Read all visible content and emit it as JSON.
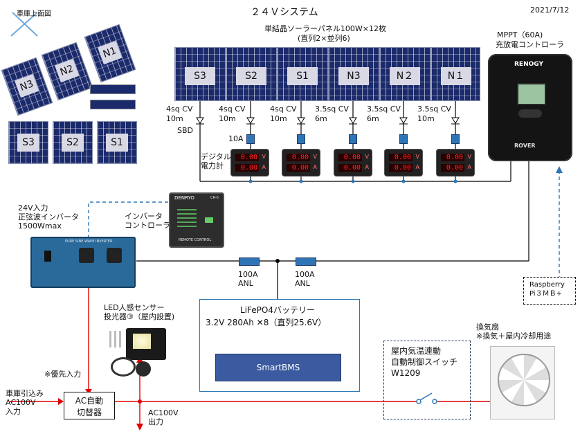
{
  "title": "２４Ｖシステム",
  "date": "2021/7/12",
  "roof_label": "車庫上面図",
  "roof_panels_top": [
    "N3",
    "N2",
    "N1"
  ],
  "roof_panels_bottom": [
    "S3",
    "S2",
    "S1"
  ],
  "panel_spec": "単結晶ソーラーパネル100W×12枚",
  "panel_config": "(直列2×並列6)",
  "strings": [
    {
      "label": "S3",
      "wire_size": "4sq CV",
      "wire_len": "10m"
    },
    {
      "label": "S2",
      "wire_size": "4sq CV",
      "wire_len": "10m"
    },
    {
      "label": "S1",
      "wire_size": "4sq CV",
      "wire_len": "10m"
    },
    {
      "label": "N3",
      "wire_size": "3.5sq CV",
      "wire_len": "6m"
    },
    {
      "label": "N２",
      "wire_size": "3.5sq CV",
      "wire_len": "6m"
    },
    {
      "label": "N１",
      "wire_size": "3.5sq CV",
      "wire_len": "10m"
    }
  ],
  "sbd_label": "SBD",
  "fuse_label": "10A",
  "meter_label_1": "デジタル",
  "meter_label_2": "電力計",
  "meter_reading": "0.00",
  "meter_unit_v": "V",
  "meter_unit_a": "A",
  "mppt_label_1": "MPPT（60A)",
  "mppt_label_2": "充放電コントローラ",
  "mppt_brand": "RENOGY",
  "mppt_model": "ROVER",
  "inverter_label_1": "24V入力",
  "inverter_label_2": "正弦波インバータ",
  "inverter_label_3": "1500Wmax",
  "inverter_face": "PURE SINE WAVE INVERTER",
  "controller_label_1": "インバータ",
  "controller_label_2": "コントローラ",
  "controller_brand": "DENRYO",
  "controller_model": "CR-6",
  "controller_face": "REMOTE CONTROL",
  "anl_left_1": "100A",
  "anl_left_2": "ANL",
  "anl_right_1": "100A",
  "anl_right_2": "ANL",
  "battery_label_1": "LiFePO4バッテリー",
  "battery_label_2": "3.2V  280Ah  ✕8（直列25.6V）",
  "bms_label": "SmartBMS",
  "raspberry_label_1": "Raspberry",
  "raspberry_label_2": "Pi３ＭＢ+",
  "led_label_1": "LED人感センサー",
  "led_label_2": "投光器③（屋内設置)",
  "priority_label": "※優先入力",
  "garage_label_1": "車庫引込み",
  "garage_label_2": "AC100V",
  "garage_label_3": "入力",
  "switcher_label_1": "AC自動",
  "switcher_label_2": "切替器",
  "ac_out_label_1": "AC100V",
  "ac_out_label_2": "出力",
  "thermo_label_1": "屋内気温連動",
  "thermo_label_2": "自動制御スイッチ",
  "thermo_label_3": "W1209",
  "fan_label_1": "換気扇",
  "fan_label_2": "※換気＋屋内冷却用途",
  "colors": {
    "wire": "#000000",
    "ac_wire": "#e00000",
    "signal": "#2e75b6",
    "panel": "#1b2a6b",
    "battery_border": "#2e75b6",
    "bms_fill": "#3b5aa0"
  }
}
